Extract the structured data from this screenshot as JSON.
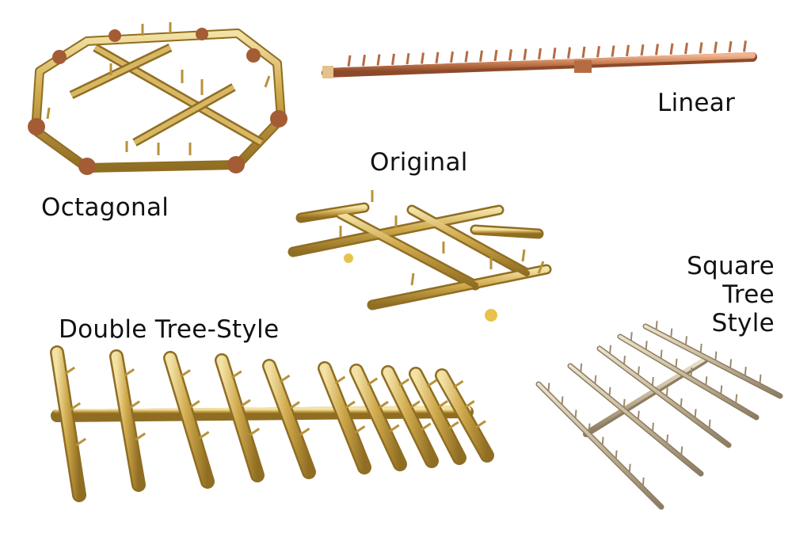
{
  "labels": {
    "octagonal": "Octagonal",
    "linear": "Linear",
    "original": "Original",
    "double_tree": "Double Tree-Style",
    "square_tree_lines": [
      "Square",
      "Tree",
      "Style"
    ]
  },
  "colors": {
    "brass": "#c9a54a",
    "brass_light": "#e7cf84",
    "brass_dark": "#8f6d22",
    "copper": "#c77a4f",
    "copper_dark": "#8d4a2a",
    "steel": "#c8b89a",
    "steel_dark": "#8c7c62",
    "text": "#111111"
  }
}
